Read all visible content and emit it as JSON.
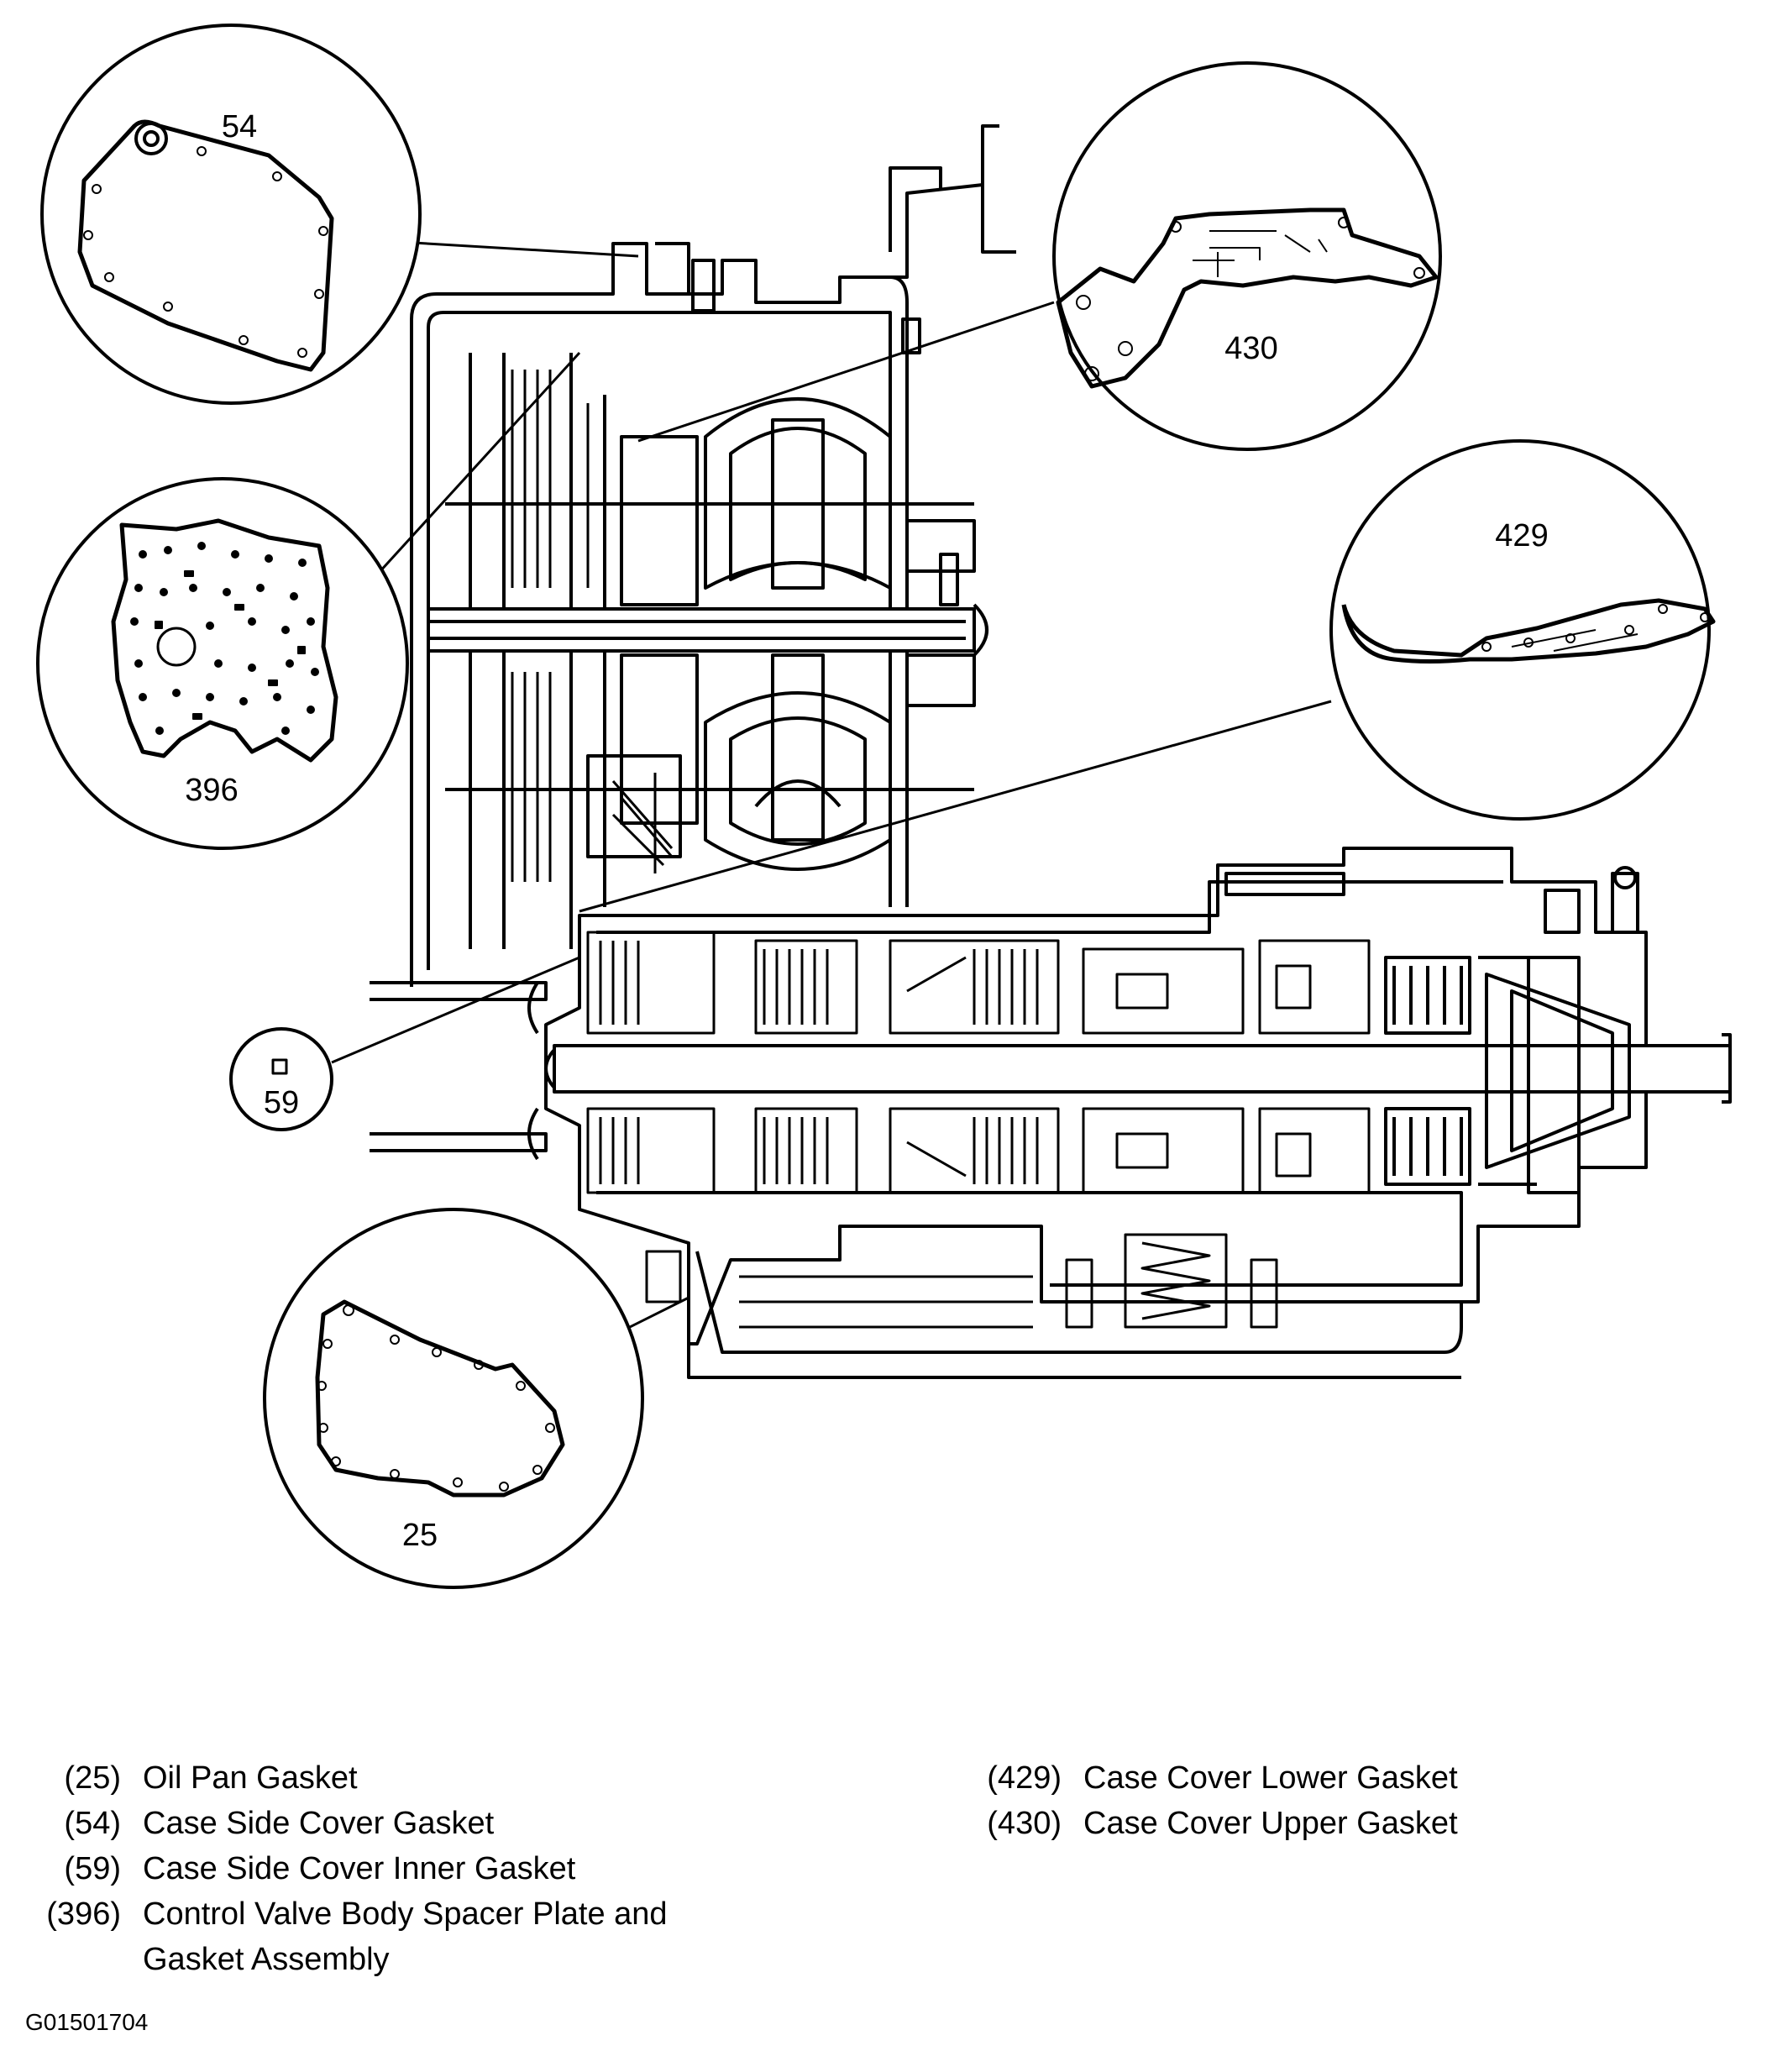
{
  "callouts": {
    "c54": "54",
    "c430": "430",
    "c429": "429",
    "c396": "396",
    "c59": "59",
    "c25": "25"
  },
  "legend": {
    "left": [
      {
        "num": "(25)",
        "label": "Oil Pan Gasket"
      },
      {
        "num": "(54)",
        "label": "Case Side Cover Gasket"
      },
      {
        "num": "(59)",
        "label": "Case Side Cover Inner Gasket"
      },
      {
        "num": "(396)",
        "label": "Control Valve Body Spacer Plate and",
        "label2": "Gasket Assembly"
      }
    ],
    "right": [
      {
        "num": "(429)",
        "label": "Case Cover Lower Gasket"
      },
      {
        "num": "(430)",
        "label": "Case Cover Upper Gasket"
      }
    ]
  },
  "figure_id": "G01501704"
}
